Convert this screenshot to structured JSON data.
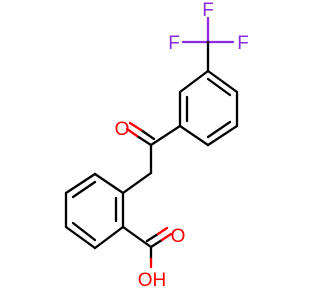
{
  "molecule": {
    "labels": {
      "fluorine_top": "F",
      "fluorine_left": "F",
      "fluorine_right": "F",
      "ketone_oxygen": "O",
      "acid_oxygen": "O",
      "hydroxyl": "OH"
    },
    "colors": {
      "bond": "#000000",
      "oxygen": "#ff0000",
      "fluorine": "#8a2be2",
      "background": "#ffffff"
    }
  }
}
